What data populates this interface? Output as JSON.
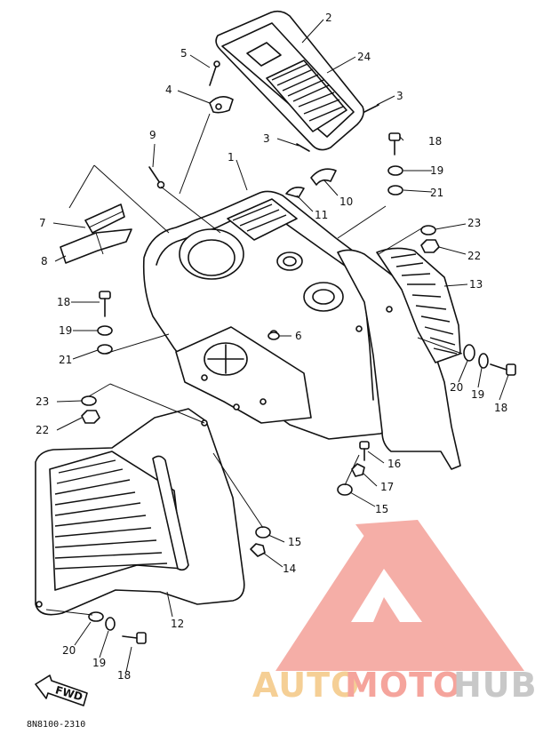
{
  "diagram": {
    "part_numbers": [
      "1",
      "2",
      "3",
      "3",
      "4",
      "5",
      "6",
      "7",
      "8",
      "9",
      "10",
      "11",
      "12",
      "13",
      "14",
      "15",
      "15",
      "16",
      "17",
      "18",
      "18",
      "18",
      "18",
      "19",
      "19",
      "19",
      "19",
      "20",
      "20",
      "21",
      "21",
      "22",
      "22",
      "23",
      "23",
      "24"
    ],
    "callouts": {
      "c1": "1",
      "c2": "2",
      "c3a": "3",
      "c3b": "3",
      "c4": "4",
      "c5": "5",
      "c6": "6",
      "c7": "7",
      "c8": "8",
      "c9": "9",
      "c10": "10",
      "c11": "11",
      "c12": "12",
      "c13": "13",
      "c14": "14",
      "c15a": "15",
      "c15b": "15",
      "c16": "16",
      "c17": "17",
      "c18a": "18",
      "c18b": "18",
      "c18c": "18",
      "c18d": "18",
      "c19a": "19",
      "c19b": "19",
      "c19c": "19",
      "c19d": "19",
      "c20a": "20",
      "c20b": "20",
      "c21a": "21",
      "c21b": "21",
      "c22a": "22",
      "c22b": "22",
      "c23a": "23",
      "c23b": "23",
      "c24": "24"
    },
    "direction_label": "FWD",
    "drawing_code": "8N8100-2310"
  },
  "watermark": {
    "text_auto": "AUTO",
    "text_moto": "MOTO",
    "text_hub": "HUB",
    "color_auto": "#f5cf95",
    "color_moto": "#f5a49c",
    "color_hub": "#c8c8c8",
    "logo_color": "#f2938a"
  }
}
